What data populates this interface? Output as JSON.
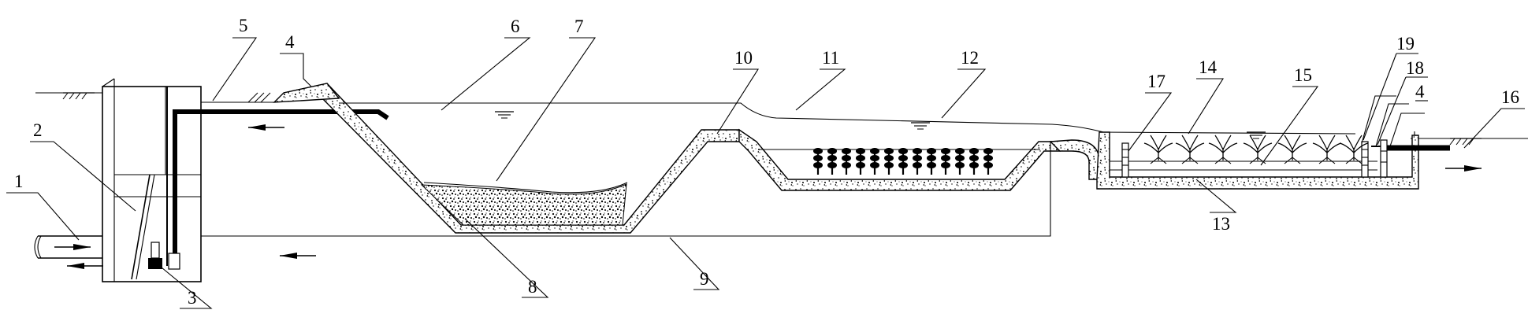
{
  "labels": {
    "l1": "1",
    "l2": "2",
    "l3": "3",
    "l4": "4",
    "l5": "5",
    "l6": "6",
    "l7": "7",
    "l8": "8",
    "l9": "9",
    "l10": "10",
    "l11": "11",
    "l12": "12",
    "l13": "13",
    "l14": "14",
    "l15": "15",
    "l16": "16",
    "l17": "17",
    "l18": "18",
    "l19": "19",
    "l4b": "4"
  },
  "icons": {
    "arrow": "flow-arrow-icon",
    "plant": "aquatic-plant-icon",
    "ground": "ground-hatch-icon",
    "water": "water-level-icon",
    "pump": "pump-icon"
  },
  "colors": {
    "line": "#000000",
    "background": "#ffffff"
  }
}
